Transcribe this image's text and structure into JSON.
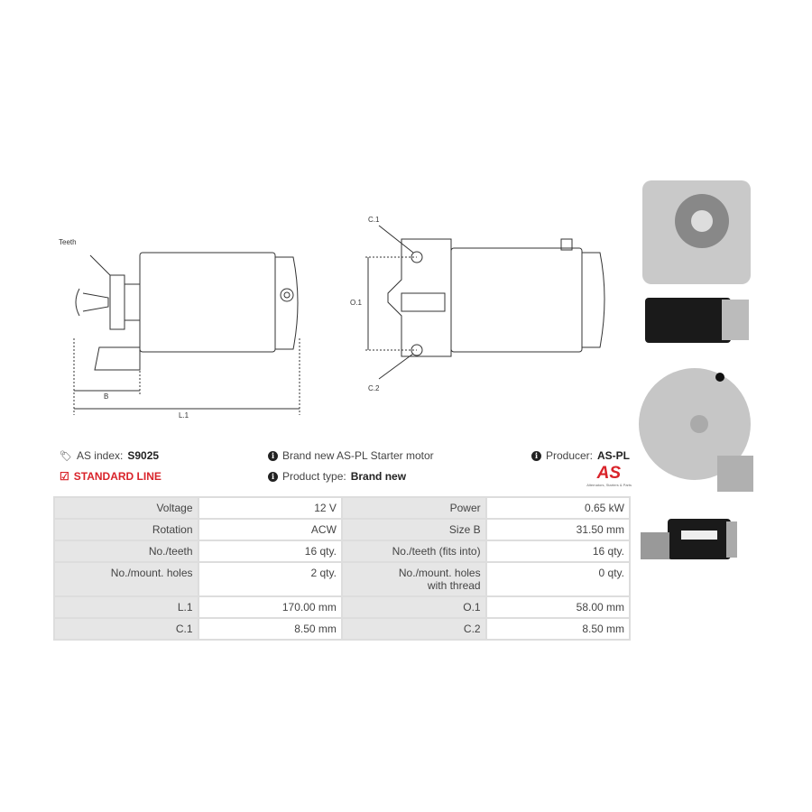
{
  "diagram_labels": {
    "teeth": "Teeth",
    "b": "B",
    "l1": "L.1",
    "c1": "C.1",
    "o1": "O.1",
    "c2": "C.2"
  },
  "info": {
    "as_index_label": "AS index:",
    "as_index_value": "S9025",
    "standard_line": "STANDARD LINE",
    "description": "Brand new AS-PL Starter motor",
    "product_type_label": "Product type:",
    "product_type_value": "Brand new",
    "producer_label": "Producer:",
    "producer_value": "AS-PL",
    "logo_text": "AS",
    "logo_tagline": "Alternators, Starters & Parts"
  },
  "specs": [
    [
      "Voltage",
      "12 V",
      "Power",
      "0.65 kW"
    ],
    [
      "Rotation",
      "ACW",
      "Size B",
      "31.50 mm"
    ],
    [
      "No./teeth",
      "16 qty.",
      "No./teeth (fits into)",
      "16 qty."
    ],
    [
      "No./mount. holes",
      "2 qty.",
      "No./mount. holes with thread",
      "0 qty."
    ],
    [
      "L.1",
      "170.00 mm",
      "O.1",
      "58.00 mm"
    ],
    [
      "C.1",
      "8.50 mm",
      "C.2",
      "8.50 mm"
    ]
  ],
  "colors": {
    "accent": "#d9232a"
  }
}
